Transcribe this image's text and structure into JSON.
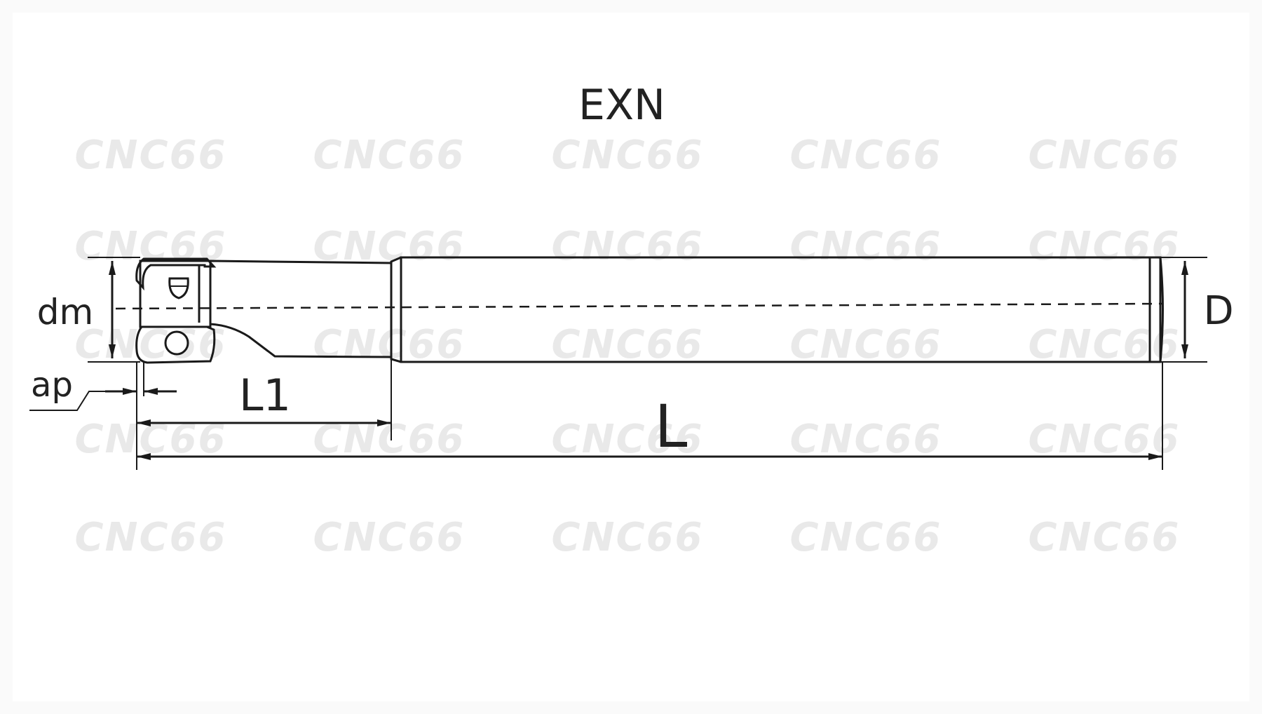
{
  "title": "EXN",
  "watermark": "CNC66",
  "labels": {
    "dm": "dm",
    "ap": "ap",
    "L1": "L1",
    "L": "L",
    "D": "D"
  },
  "colors": {
    "shank_fill": "#b7c9d8",
    "insert_fill": "#8a8a8a",
    "line": "#1a1a1a"
  }
}
